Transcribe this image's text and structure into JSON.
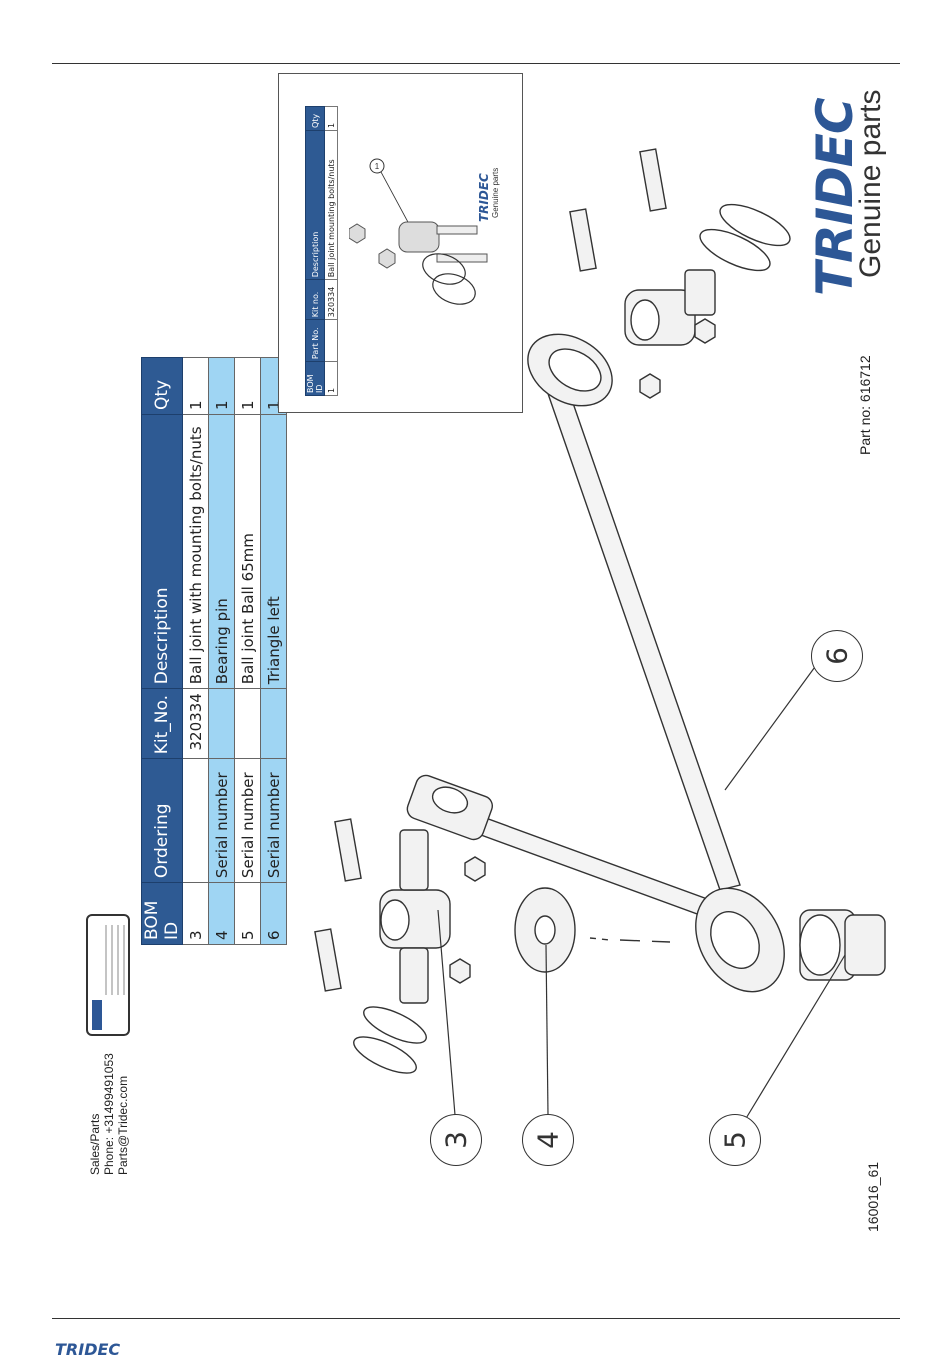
{
  "contact": {
    "line1": "Sales/Parts",
    "line2": "Phone: +31499491053",
    "line3": "Parts@Tridec.com"
  },
  "drawing_number": "160016_61",
  "part_number": "Part no: 616712",
  "brand": {
    "logo": "TRIDEC",
    "tagline": "Genuine parts",
    "footer_logo": "TRIDEC"
  },
  "bom": {
    "headers": [
      "BOM ID",
      "Ordering",
      "Kit_No.",
      "Description",
      "Qty"
    ],
    "rows": [
      {
        "id": "3",
        "ordering": "",
        "kit": "320334",
        "description": "Ball joint with mounting bolts/nuts",
        "qty": "1"
      },
      {
        "id": "4",
        "ordering": "Serial number",
        "kit": "",
        "description": "Bearing pin",
        "qty": "1"
      },
      {
        "id": "5",
        "ordering": "Serial number",
        "kit": "",
        "description": "Ball joint Ball 65mm",
        "qty": "1"
      },
      {
        "id": "6",
        "ordering": "Serial number",
        "kit": "",
        "description": "Triangle left",
        "qty": "1"
      }
    ]
  },
  "inset": {
    "headers": [
      "BOM ID",
      "Part No.",
      "Kit no.",
      "Description",
      "Qty"
    ],
    "row": {
      "id": "1",
      "part": "",
      "kit": "320334",
      "description": "Ball joint mounting bolts/nuts",
      "qty": "1"
    },
    "logo": "TRIDEC",
    "tagline": "Genuine parts",
    "callout": "1"
  },
  "callouts": [
    "3",
    "4",
    "5",
    "6"
  ],
  "colors": {
    "header_blue": "#2e5a93",
    "row_highlight": "#9fd5f3",
    "brand_blue": "#2d5796"
  }
}
